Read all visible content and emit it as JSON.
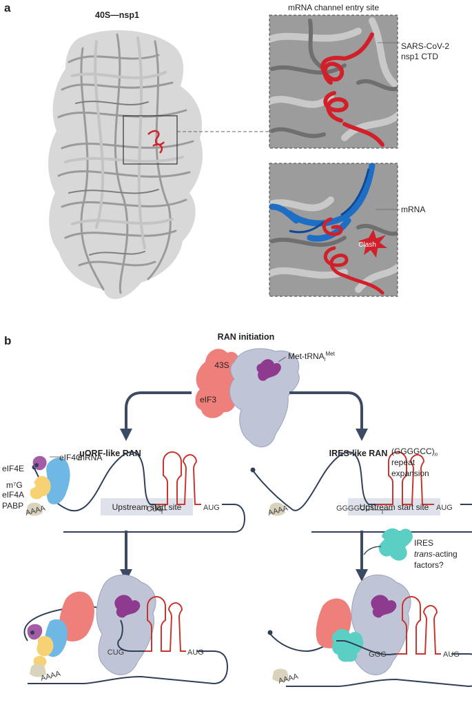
{
  "panel_a": {
    "letter": "a",
    "structure_title": "40S—nsp1",
    "inset_top_title": "mRNA channel entry site",
    "nsp1_label_line1": "SARS-CoV-2",
    "nsp1_label_line2": "nsp1 CTD",
    "mrna_label": "mRNA",
    "clash_label": "Clash"
  },
  "panel_b": {
    "letter": "b",
    "title": "RAN initiation",
    "complex_label": "43S",
    "trna_label": "Met-tRNA",
    "trna_sub": "i",
    "trna_sup": "Met",
    "eif3_label": "eIF3",
    "left": {
      "title": "uORF-like RAN",
      "mrna_label": "mRNA",
      "eif4e": "eIF4E",
      "eif4g": "eIF4G",
      "m7g": "m⁷G",
      "eif4a": "eIF4A",
      "pabp": "PABP",
      "polya": "AAAA",
      "codon_start": "CUG",
      "codon_aug": "AUG",
      "start_site_box": "Upstream start site",
      "bottom_codon": "CUG",
      "bottom_aug": "AUG",
      "bottom_polya": "AAAA"
    },
    "right": {
      "title": "IRES-like RAN",
      "repeat_line1": "(GGGGCC)",
      "repeat_n": "n",
      "repeat_line2": "repeat",
      "repeat_line3": "expansion",
      "repeat_seq": "GGGGCC",
      "codon_aug": "AUG",
      "polya": "AAAA",
      "start_site_box": "Upstream start site",
      "factors_line1": "IRES",
      "factors_line2": "trans",
      "factors_line2b": "-acting",
      "factors_line3": "factors?",
      "bottom_codon": "GGG",
      "bottom_aug": "AUG",
      "bottom_polya": "AAAA"
    }
  },
  "colors": {
    "ribosome": "#bfc4d6",
    "eif3": "#ee7f7a",
    "trna": "#8e3a8e",
    "eif4g": "#6fb8e6",
    "eif4a": "#f7d275",
    "eif4e": "#a45ca6",
    "pabp": "#d9d3bd",
    "ires_factor": "#5ccfc4",
    "mrna_line": "#2f3f57",
    "hairpin": "#c8342e",
    "arrow": "#3c4a63",
    "start_box": "#dfe2ea",
    "nsp1": "#d1202a",
    "mrna_blue": "#1f6ec6"
  }
}
